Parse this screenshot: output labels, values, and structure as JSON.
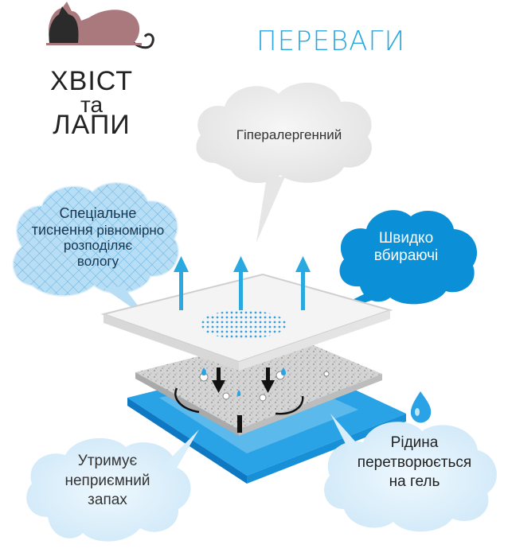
{
  "logo": {
    "line1": "ХВІСТ",
    "line2": "та",
    "line3": "ЛАПИ"
  },
  "title": "ПЕРЕВАГИ",
  "features": {
    "hypoallergenic": "Гіпералергенний",
    "embossing_line1": "Спеціальне",
    "embossing_line2": "тиснення",
    "embossing_line2b": "рівномірно",
    "embossing_line3": "розподіляє",
    "embossing_line4": "вологу",
    "fast_line1": "Швидко",
    "fast_line2": "вбираючі",
    "odor_line1": "Утримує",
    "odor_line2": "неприємний",
    "odor_line3": "запах",
    "gel_line1": "Рідина",
    "gel_line2": "перетворюється",
    "gel_line3": "на гель"
  },
  "colors": {
    "accent_blue": "#29a9df",
    "deep_blue": "#0b8fd6",
    "light_cloud_blue": "#d8eefb",
    "gray_cloud": "#ececec",
    "logo_mauve": "#a9797e"
  },
  "icons": [
    "cat-dog-logo-icon",
    "up-arrow-icon",
    "water-drop-icon",
    "curved-arrow-icon"
  ]
}
